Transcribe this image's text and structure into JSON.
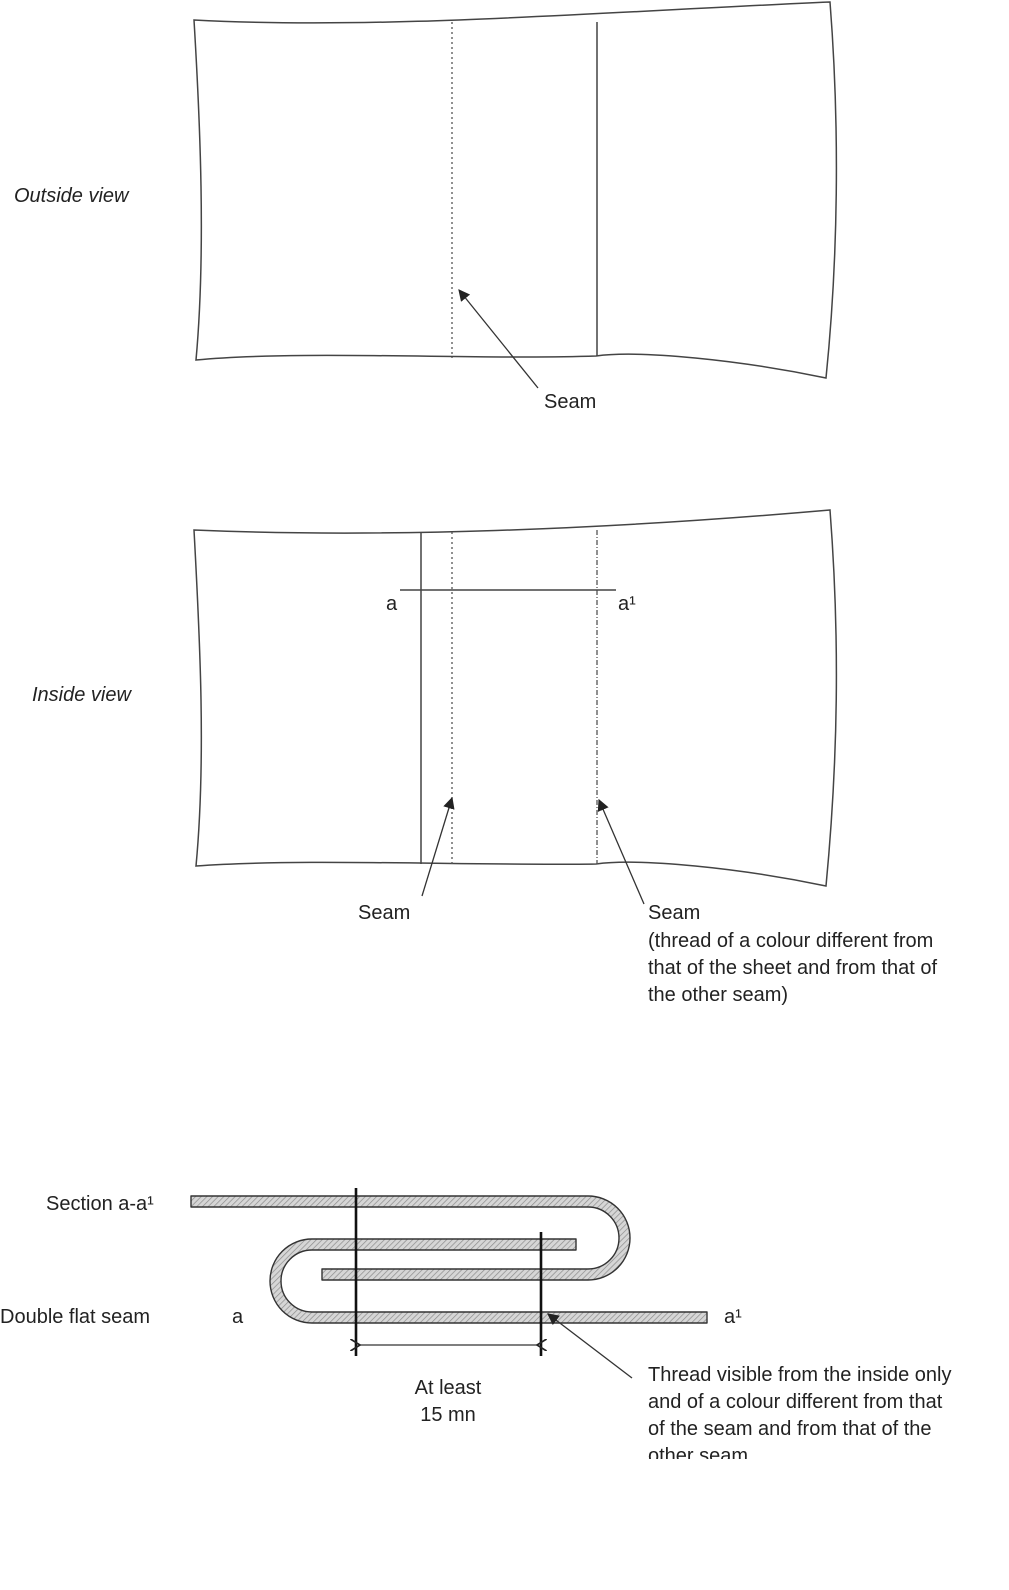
{
  "outside": {
    "view_label": "Outside view",
    "seam_label": "Seam"
  },
  "inside": {
    "view_label": "Inside view",
    "section_start": "a",
    "section_end": "a¹",
    "seam_left_label": "Seam",
    "seam_right_label": "Seam",
    "seam_right_note": [
      "(thread of a colour different from",
      "that of the sheet and from that of",
      "the other seam)"
    ]
  },
  "section": {
    "title": "Section a-a¹",
    "seam_type": "Double flat seam",
    "end_left": "a",
    "end_right": "a¹",
    "dimension": [
      "At least",
      "15 mn"
    ],
    "thread_note": [
      "Thread  visible from the inside only",
      "and of a colour different from that",
      "of  the seam and from that of the",
      "other seam."
    ]
  },
  "colors": {
    "line": "#333333",
    "hatch": "#bdbdbd"
  }
}
